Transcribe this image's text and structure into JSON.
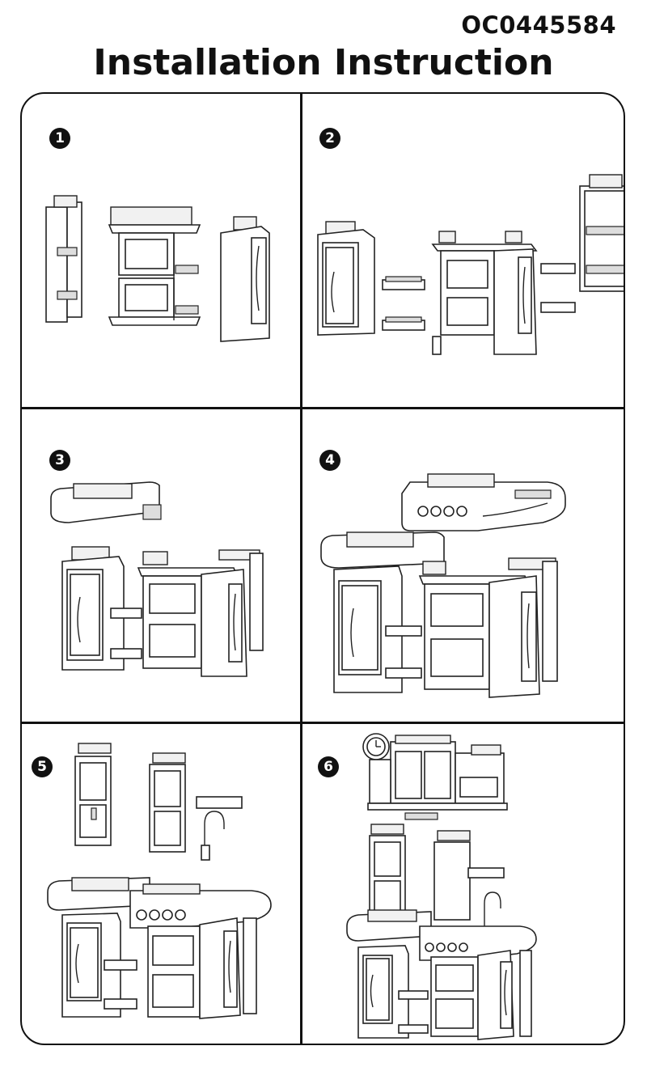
{
  "header": {
    "model_code": "OC0445584",
    "title": "Installation Instruction"
  },
  "steps": [
    {
      "number": "1",
      "parts": [
        "side-shelf",
        "oven-frame",
        "fridge-panel"
      ]
    },
    {
      "number": "2",
      "parts": [
        "fridge-unit",
        "connectors",
        "oven-unit",
        "side-shelf"
      ]
    },
    {
      "number": "3",
      "parts": [
        "counter-top",
        "assembled-base"
      ]
    },
    {
      "number": "4",
      "parts": [
        "stove-top",
        "assembled-base-with-counter"
      ]
    },
    {
      "number": "5",
      "parts": [
        "upper-shelf",
        "tall-shelf",
        "small-shelf",
        "faucet",
        "assembled-kitchen"
      ]
    },
    {
      "number": "6",
      "parts": [
        "wall-cabinet-with-clock",
        "shelves",
        "faucet",
        "complete-kitchen"
      ]
    }
  ]
}
